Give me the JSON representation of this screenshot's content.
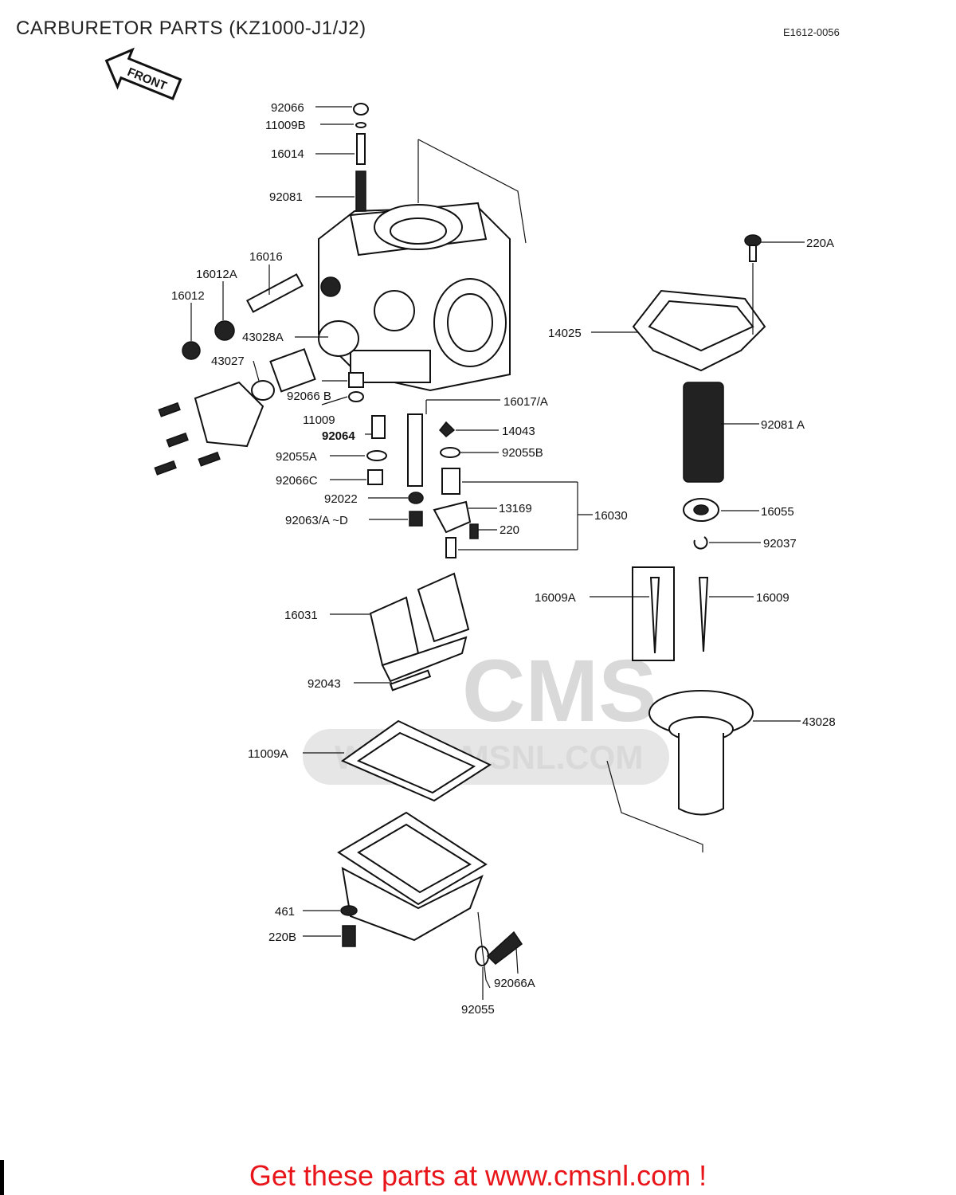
{
  "header": {
    "title": "CARBURETOR PARTS (KZ1000-J1/J2)",
    "diagram_code": "E1612-0056",
    "front_arrow_label": "FRONT"
  },
  "watermark": {
    "brand": "CMS",
    "url": "WWW.CMSNL.COM"
  },
  "parts": {
    "p92066": "92066",
    "p11009B": "11009B",
    "p16014": "16014",
    "p92081": "92081",
    "p16016": "16016",
    "p16012A": "16012A",
    "p16012": "16012",
    "p43028A": "43028A",
    "p43027": "43027",
    "p92066B": "92066 B",
    "p11009": "11009",
    "p92064": "92064",
    "p92055A": "92055A",
    "p92066C": "92066C",
    "p92022": "92022",
    "p92063AD": "92063/A ~D",
    "p16031": "16031",
    "p92043": "92043",
    "p11009A": "11009A",
    "p461": "461",
    "p220B": "220B",
    "p92055": "92055",
    "p92066A": "92066A",
    "p16017A": "16017/A",
    "p14043": "14043",
    "p92055B": "92055B",
    "p13169": "13169",
    "p220": "220",
    "p16030": "16030",
    "p16009A": "16009A",
    "p16009": "16009",
    "p220A": "220A",
    "p14025": "14025",
    "p92081A": "92081 A",
    "p16055": "16055",
    "p92037": "92037",
    "p43028": "43028"
  },
  "footer": {
    "promo": "Get these parts at www.cmsnl.com !"
  },
  "colors": {
    "promo_text": "#e8161b",
    "line_art": "#111111",
    "watermark": "#d9d9d9"
  }
}
